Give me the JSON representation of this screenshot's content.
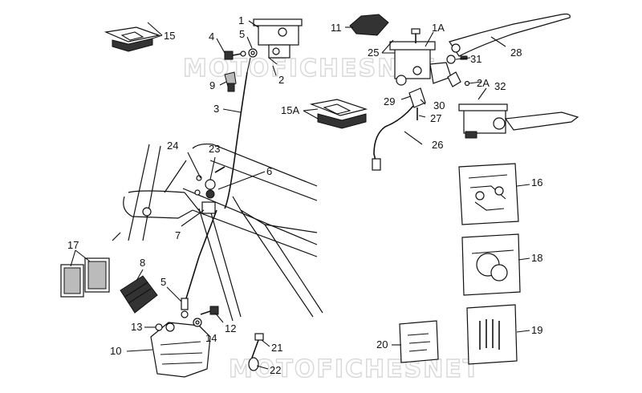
{
  "watermark": "MOTOFICHESNET",
  "labels": {
    "l1": "1",
    "l1a": "1A",
    "l2": "2",
    "l2a": "2A",
    "l3": "3",
    "l4": "4",
    "l5a": "5",
    "l5b": "5",
    "l6": "6",
    "l7": "7",
    "l8": "8",
    "l9": "9",
    "l10": "10",
    "l11": "11",
    "l12": "12",
    "l13": "13",
    "l14": "14",
    "l15": "15",
    "l15a": "15A",
    "l16": "16",
    "l17": "17",
    "l18": "18",
    "l19": "19",
    "l20": "20",
    "l21": "21",
    "l22": "22",
    "l23": "23",
    "l24": "24",
    "l25": "25",
    "l26": "26",
    "l27": "27",
    "l28": "28",
    "l29": "29",
    "l30": "30",
    "l31": "31",
    "l32": "32"
  }
}
